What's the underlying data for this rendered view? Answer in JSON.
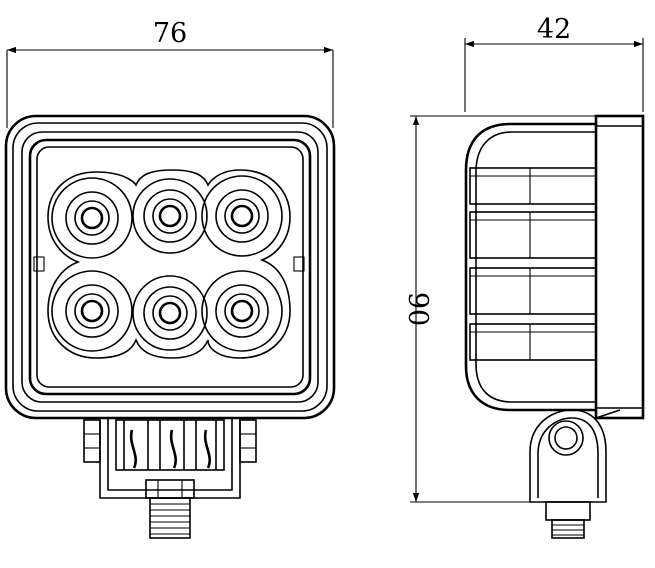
{
  "dimensions": {
    "front_width": "76",
    "side_depth": "42",
    "side_height": "90"
  }
}
